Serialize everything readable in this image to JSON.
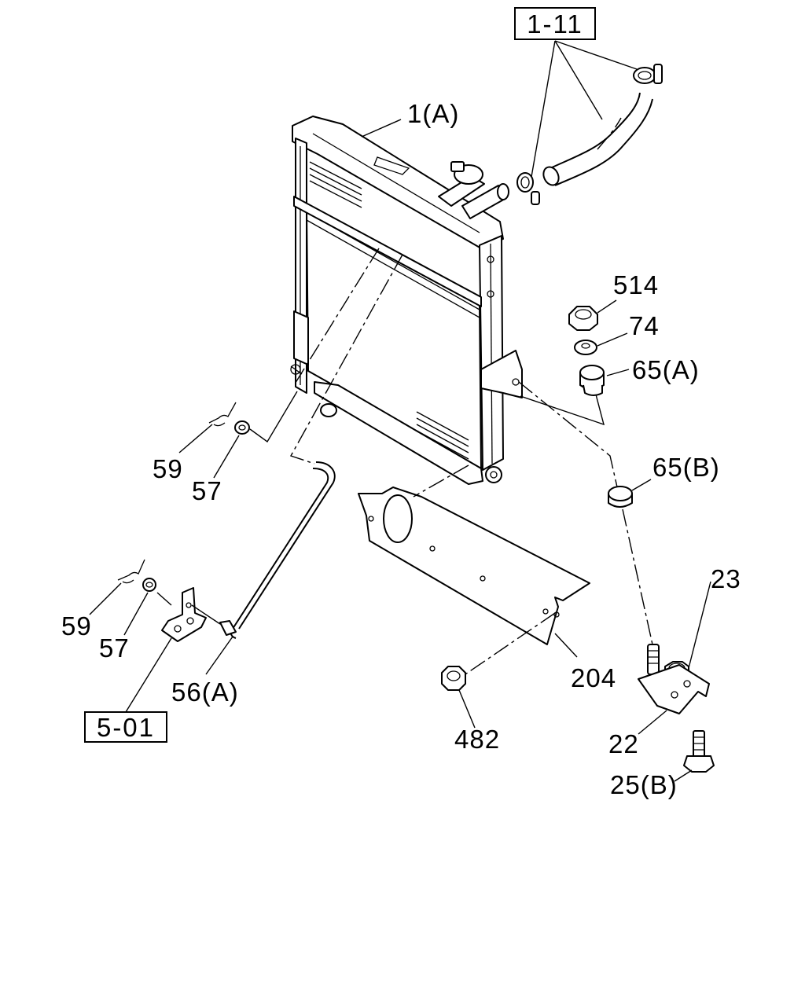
{
  "ref_boxes": {
    "upper_hose_ref": "1-11",
    "bracket_ref": "5-01"
  },
  "labels": {
    "radiator": "1(A)",
    "cap_nut": "514",
    "washer": "74",
    "cushion_upper": "65(A)",
    "cushion_lower": "65(B)",
    "nut_right": "23",
    "bracket_bottom": "22",
    "bolt": "25(B)",
    "shroud_plate": "204",
    "nut_bottom": "482",
    "drain_hose": "56(A)",
    "clip_upper": "59",
    "ring_upper": "57",
    "clip_lower": "59",
    "ring_lower": "57"
  }
}
